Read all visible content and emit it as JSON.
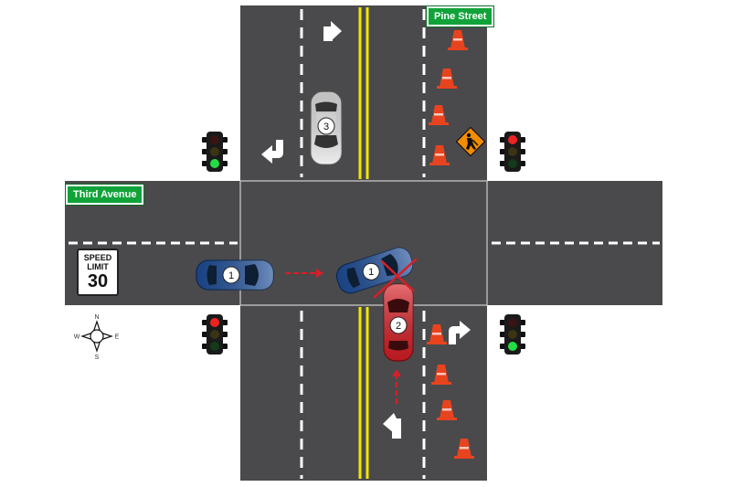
{
  "streets": {
    "north_south": "Pine Street",
    "east_west": "Third Avenue"
  },
  "speed_limit_sign": {
    "line1": "SPEED",
    "line2": "LIMIT",
    "value": "30"
  },
  "vehicles": [
    {
      "label": "1",
      "color": "#1f4f9a",
      "description": "blue car approaching eastbound"
    },
    {
      "label": "1",
      "color": "#1f4f9a",
      "description": "blue car at point of impact"
    },
    {
      "label": "2",
      "color": "#d81f26",
      "description": "red car northbound"
    },
    {
      "label": "3",
      "color": "#e4e4e4",
      "description": "white car southbound"
    }
  ],
  "traffic_lights": {
    "northwest": "green",
    "northeast": "red",
    "southwest": "red",
    "southeast": "green"
  },
  "compass": {
    "n": "N",
    "e": "E",
    "s": "S",
    "w": "W"
  },
  "colors": {
    "road": "#4a4a4c",
    "center_line": "#f2e600",
    "street_sign": "#11a33a",
    "work_sign": "#f28c00",
    "cone": "#e8431f",
    "motion_arrow": "#d81f26"
  }
}
